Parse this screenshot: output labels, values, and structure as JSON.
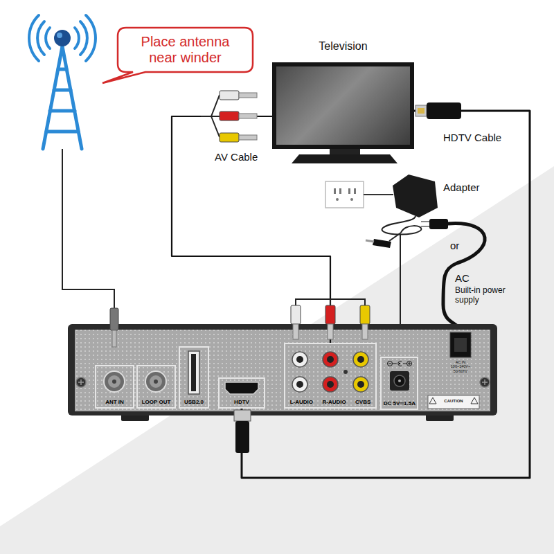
{
  "diagram": {
    "nodes": [
      {
        "text": [
          "Place antenna near winder"
        ]
      },
      {
        "text": [
          "Television"
        ]
      },
      {
        "text": [
          "ANT IN"
        ]
      },
      {
        "text": [
          "LOOP OUT"
        ]
      },
      {
        "text": [
          "USB2.0"
        ]
      },
      {
        "text": [
          "HDTV"
        ]
      },
      {
        "text": [
          "L-AUDIO",
          "R-AUDIO",
          "CVBS"
        ]
      },
      {
        "text": [
          "DC 5V═1.5A"
        ]
      }
    ],
    "edges": [
      {
        "from": 5,
        "to": 1,
        "arrow": "none"
      },
      {
        "from": 6,
        "to": 1,
        "arrow": "none"
      }
    ],
    "labels": [
      "AV Cable",
      "HDTV Cable",
      "Adapter",
      "or",
      "AC",
      "Built-in power supply",
      "AC IN 100~240V~ 50/60Hz",
      "CAUTION"
    ]
  }
}
